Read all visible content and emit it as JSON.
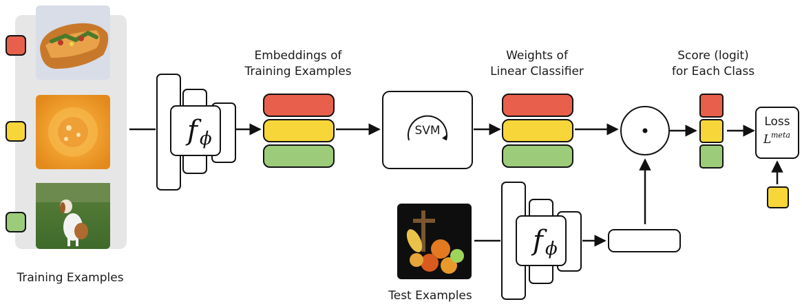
{
  "labels": {
    "training_examples": "Training Examples",
    "test_examples": "Test Examples",
    "embeddings_line1": "Embeddings of",
    "embeddings_line2": "Training Examples",
    "weights_line1": "Weights of",
    "weights_line2": "Linear Classifier",
    "score_line1": "Score (logit)",
    "score_line2": "for Each Class",
    "svm": "SVM",
    "loss": "Loss",
    "loss_symbol": "L",
    "loss_superscript": "meta",
    "encoder_symbol": "f",
    "encoder_subscript": "ϕ",
    "dot_operator": "·"
  },
  "colors": {
    "class_red": "#e8604c",
    "class_yellow": "#f7d63a",
    "class_green": "#9ccc7a",
    "panel_gray": "#e6e6e6",
    "stroke": "#111111"
  },
  "images": {
    "training_1": "hot-dog-photo",
    "training_2": "orange-slice-photo",
    "training_3": "dog-photo",
    "test_1": "fruit-basket-photo"
  }
}
